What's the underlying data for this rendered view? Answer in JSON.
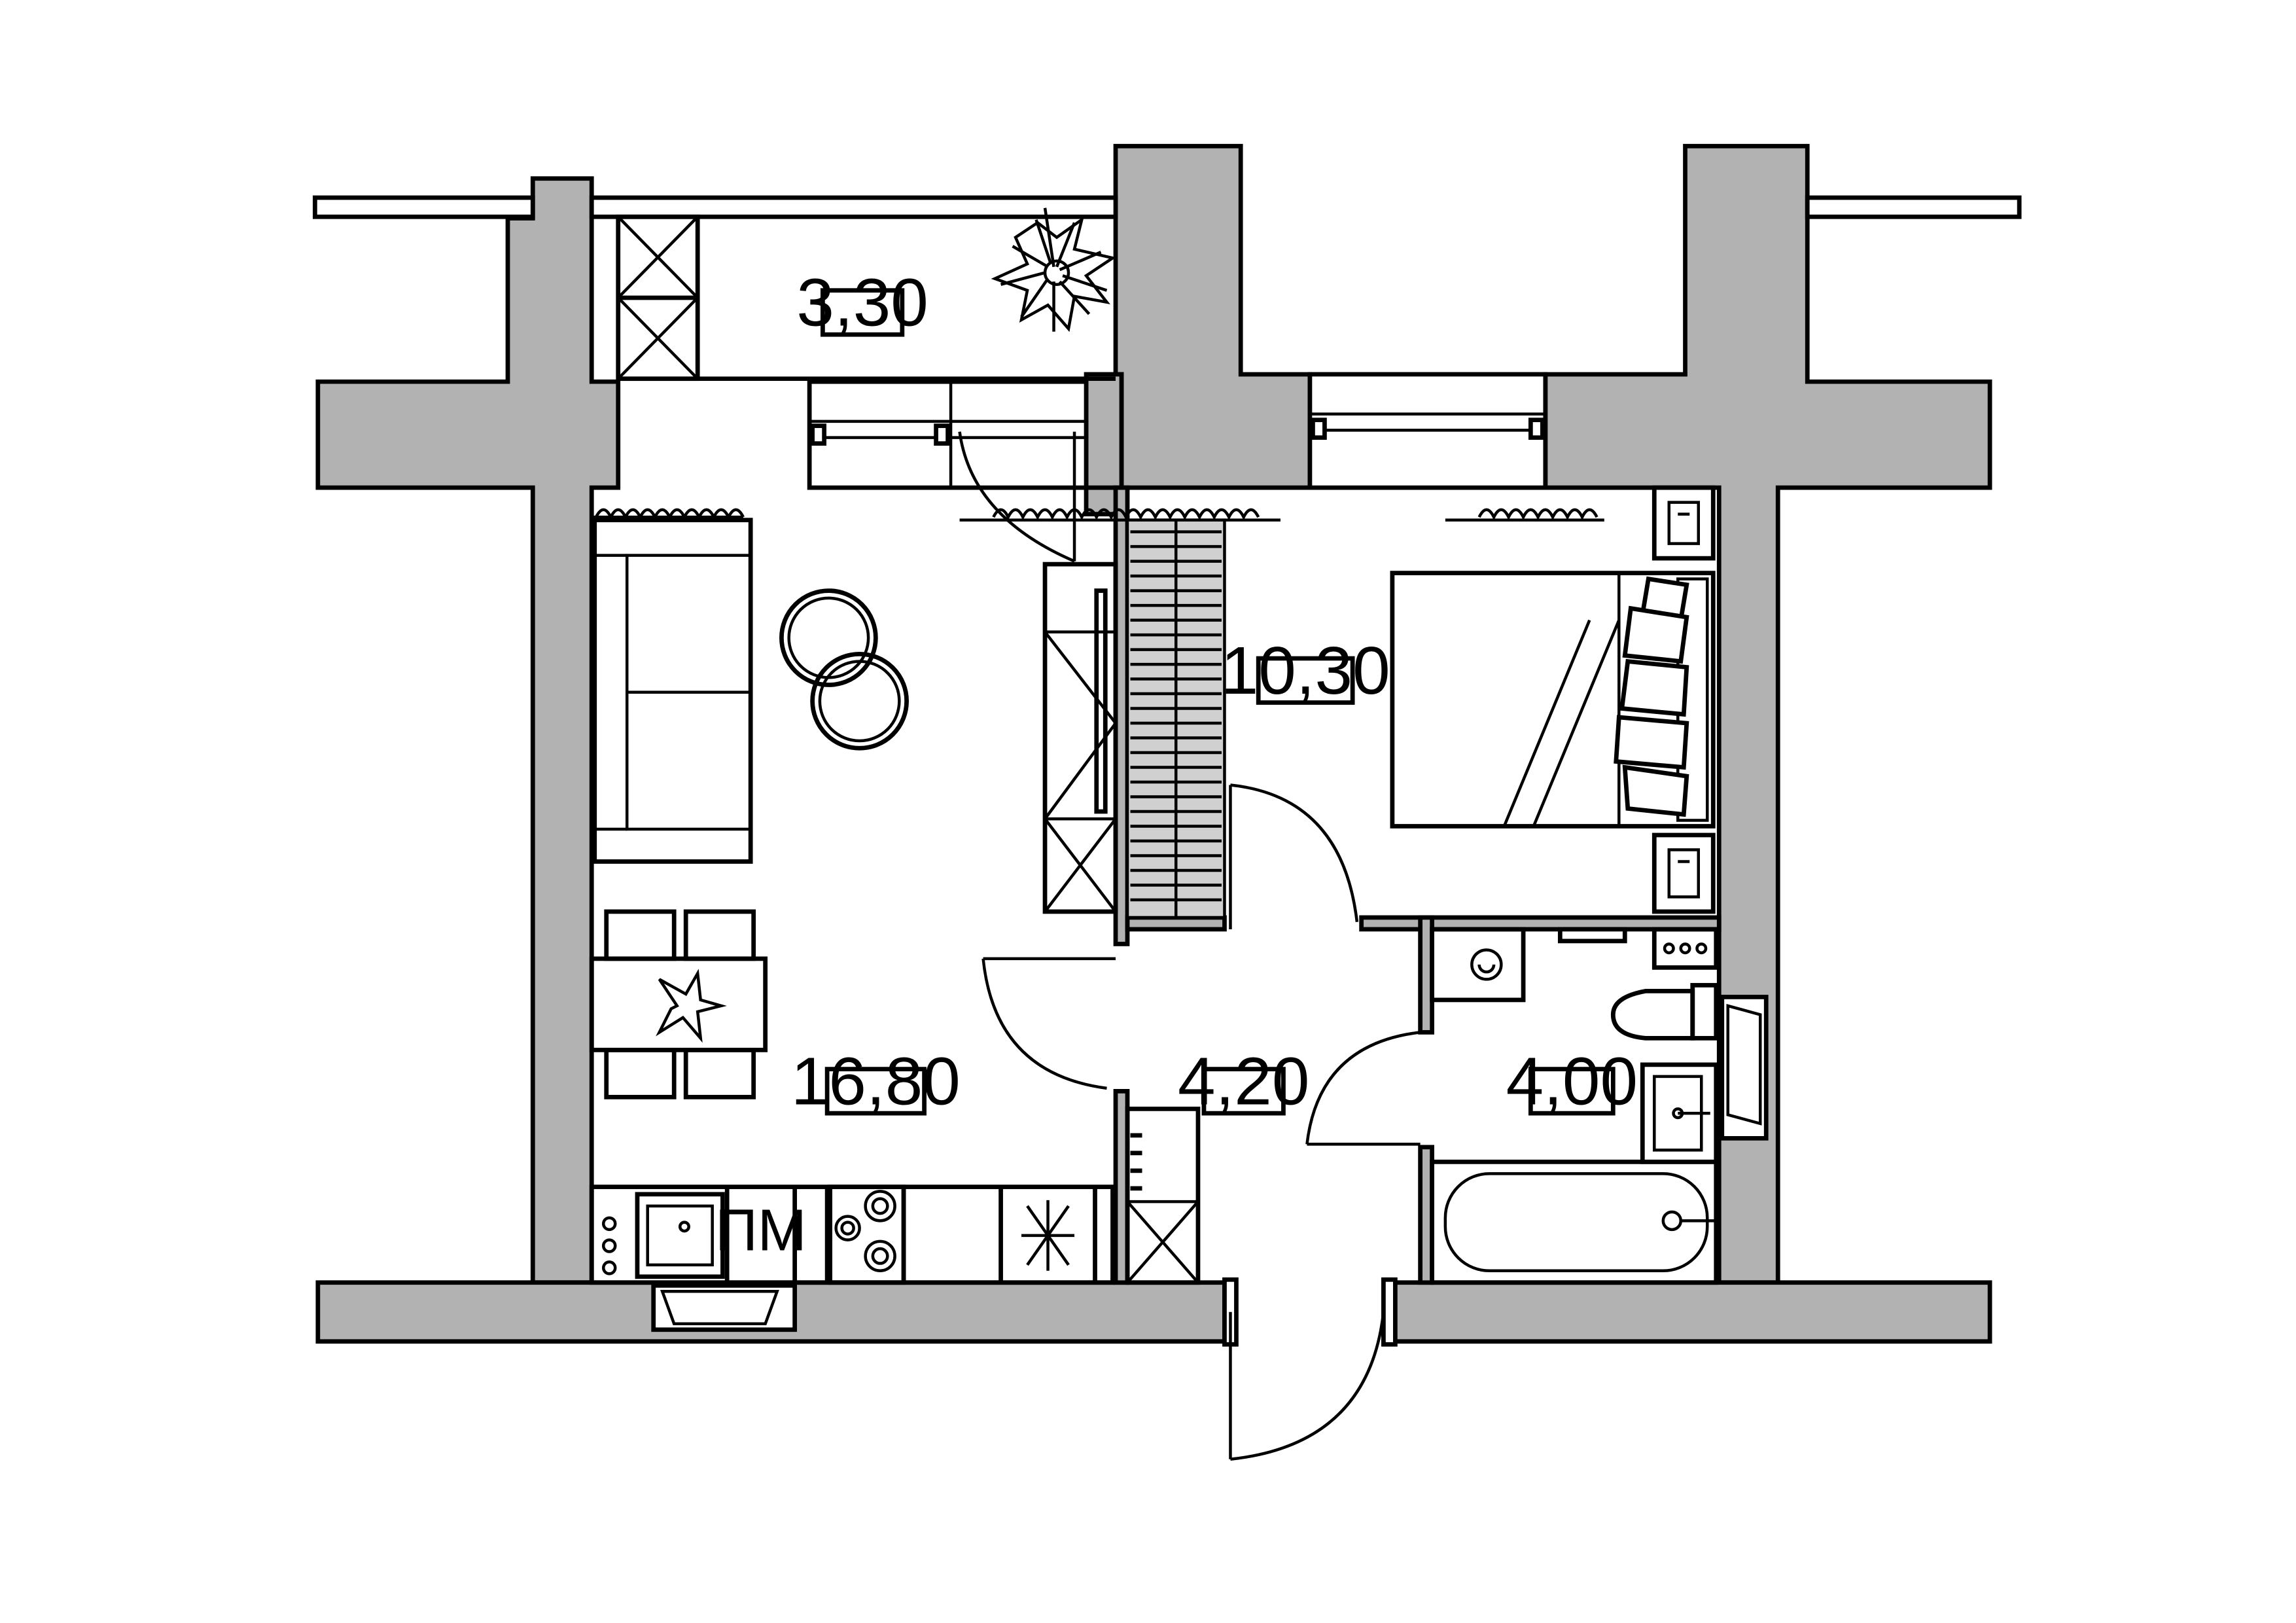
{
  "rooms": {
    "balcony": {
      "area": "3,30"
    },
    "living_kitchen": {
      "area": "16,80"
    },
    "bedroom": {
      "area": "10,30"
    },
    "hallway": {
      "area": "4,20"
    },
    "bathroom": {
      "area": "4,00"
    }
  },
  "appliance_labels": {
    "dishwasher": "ПМ"
  },
  "colors": {
    "wall_fill": "#b2b2b2",
    "line": "#000000",
    "background": "#ffffff"
  }
}
